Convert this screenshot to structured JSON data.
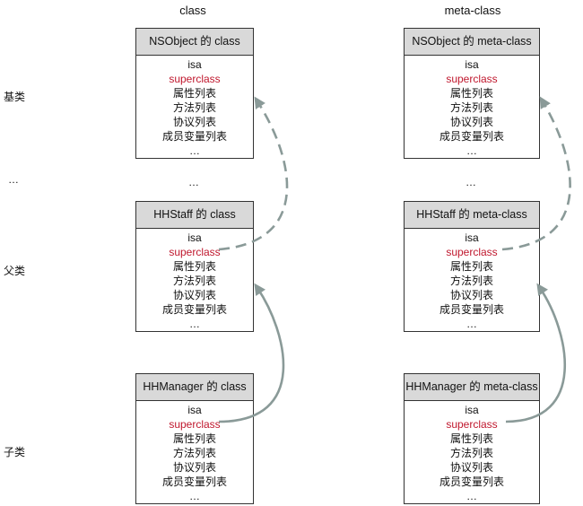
{
  "columns": {
    "left": "class",
    "right": "meta-class"
  },
  "side_labels": {
    "base": "基类",
    "ellipsis": "…",
    "parent": "父类",
    "child": "子类"
  },
  "between_ellipsis": "…",
  "rows": {
    "isa": "isa",
    "superclass": "superclass",
    "props": "属性列表",
    "methods": "方法列表",
    "protocols": "协议列表",
    "ivars": "成员变量列表",
    "more": "…"
  },
  "boxes": {
    "nsobject_class": "NSObject 的 class",
    "nsobject_meta": "NSObject 的 meta-class",
    "hhstaff_class": "HHStaff 的 class",
    "hhstaff_meta": "HHStaff 的 meta-class",
    "hhmanager_class": "HHManager 的 class",
    "hhmanager_meta": "HHManager 的 meta-class"
  },
  "colors": {
    "superclass_text": "#c0182e",
    "arrow": "#8a9a98",
    "header_bg": "#d9d9d9"
  }
}
